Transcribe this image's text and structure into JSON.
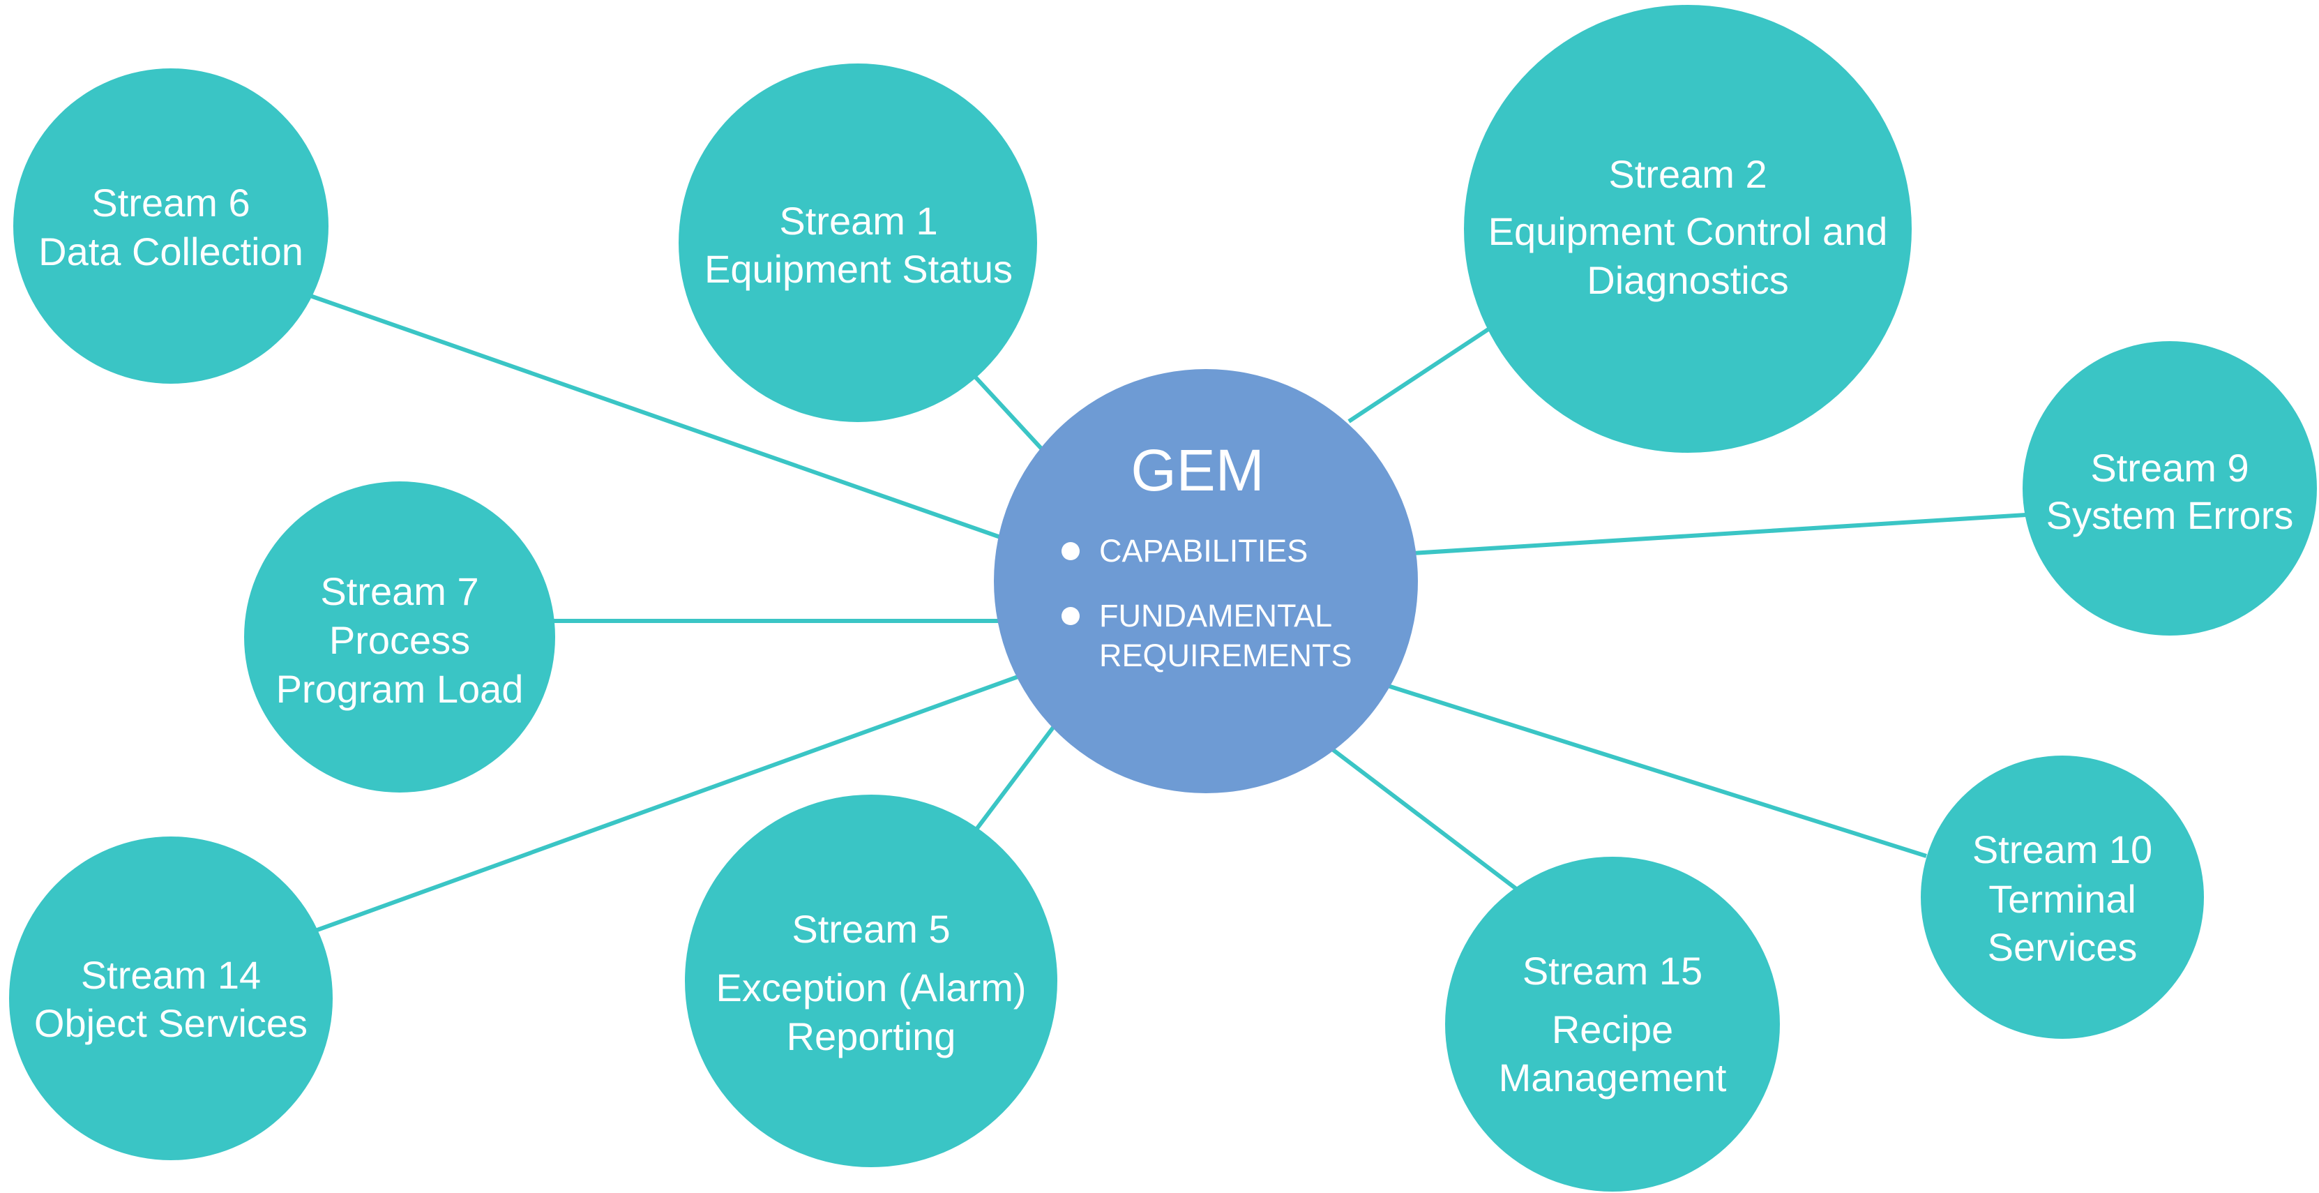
{
  "colors": {
    "node": "#3AC5C5",
    "hub": "#6E9BD4",
    "connector": "#3AC5C5",
    "text": "#FFFFFF",
    "background": "#FFFFFF"
  },
  "hub": {
    "title": "GEM",
    "bullets": [
      "CAPABILITIES",
      "FUNDAMENTAL",
      "REQUIREMENTS"
    ],
    "bullet_items": [
      {
        "lines": [
          "CAPABILITIES"
        ]
      },
      {
        "lines": [
          "FUNDAMENTAL",
          "REQUIREMENTS"
        ]
      }
    ]
  },
  "nodes": {
    "s6": {
      "lines": [
        "Stream 6",
        "Data Collection"
      ]
    },
    "s1": {
      "lines": [
        "Stream 1",
        "Equipment Status"
      ]
    },
    "s2": {
      "lines": [
        "Stream 2",
        "Equipment Control and",
        "Diagnostics"
      ]
    },
    "s9": {
      "lines": [
        "Stream 9",
        "System Errors"
      ]
    },
    "s7": {
      "lines": [
        "Stream 7",
        "Process",
        "Program Load"
      ]
    },
    "s14": {
      "lines": [
        "Stream 14",
        "Object Services"
      ]
    },
    "s5": {
      "lines": [
        "Stream 5",
        "Exception (Alarm)",
        "Reporting"
      ]
    },
    "s15": {
      "lines": [
        "Stream 15",
        "Recipe",
        "Management"
      ]
    },
    "s10": {
      "lines": [
        "Stream 10",
        "Terminal",
        "Services"
      ]
    }
  }
}
